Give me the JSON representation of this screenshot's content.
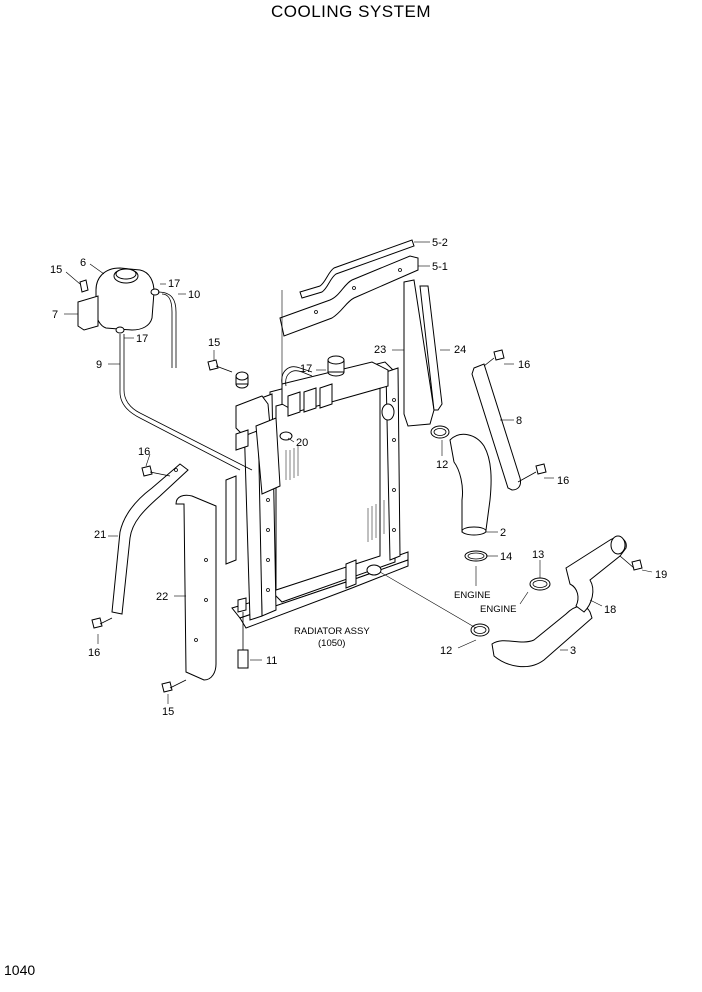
{
  "title": "COOLING SYSTEM",
  "page_number": "1040",
  "labels": {
    "l_5_2": "5-2",
    "l_5_1": "5-1",
    "l_6": "6",
    "l_15a": "15",
    "l_17a": "17",
    "l_10": "10",
    "l_7": "7",
    "l_17b": "17",
    "l_9": "9",
    "l_15b": "15",
    "l_17c": "17",
    "l_23": "23",
    "l_24": "24",
    "l_16a": "16",
    "l_8": "8",
    "l_20": "20",
    "l_12a": "12",
    "l_16b": "16",
    "l_16c": "16",
    "l_21": "21",
    "l_2": "2",
    "l_14": "14",
    "l_13": "13",
    "l_19": "19",
    "l_18": "18",
    "l_22": "22",
    "l_16d": "16",
    "l_11": "11",
    "l_12b": "12",
    "l_3": "3",
    "l_15c": "15"
  },
  "notes": {
    "engine_1": "ENGINE",
    "engine_2": "ENGINE",
    "radiator_assy": "RADIATOR ASSY",
    "radiator_ref": "(1050)"
  }
}
